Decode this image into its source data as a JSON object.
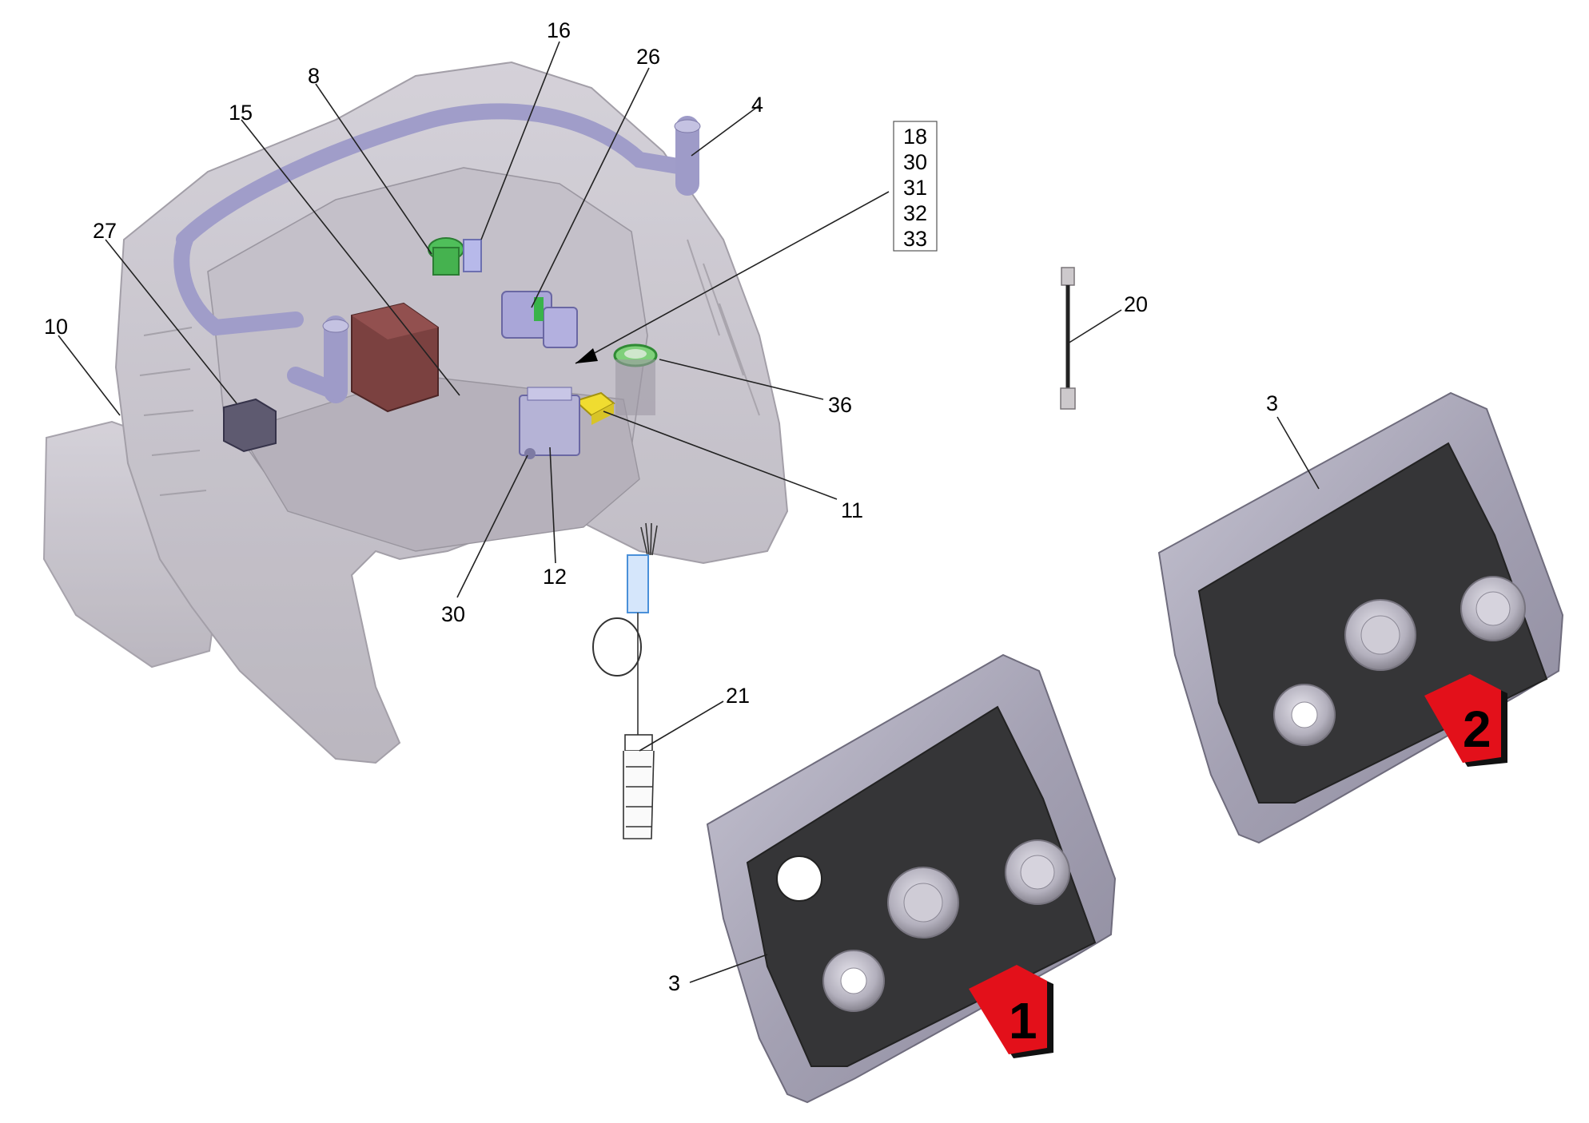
{
  "callouts": {
    "c16": "16",
    "c26": "26",
    "c8": "8",
    "c4": "4",
    "c15": "15",
    "c27": "27",
    "c10": "10",
    "c36": "36",
    "c11": "11",
    "c12": "12",
    "c30": "30",
    "c20": "20",
    "c21": "21",
    "c3a": "3",
    "c3b": "3"
  },
  "ref_box": {
    "lines": [
      "18",
      "30",
      "31",
      "32",
      "33"
    ]
  },
  "badges": {
    "b1": "1",
    "b2": "2"
  },
  "colors": {
    "housing": "#b9b4c0",
    "frame": "#9d97c9",
    "panel_dark": "#3a3a3c",
    "panel_frame": "#a9a6b6",
    "accent_red": "#e3101a",
    "green": "#3fb44a",
    "yellow": "#f2e23a",
    "transformer": "#7a3f3f",
    "blue_connector": "#4a90d9"
  }
}
